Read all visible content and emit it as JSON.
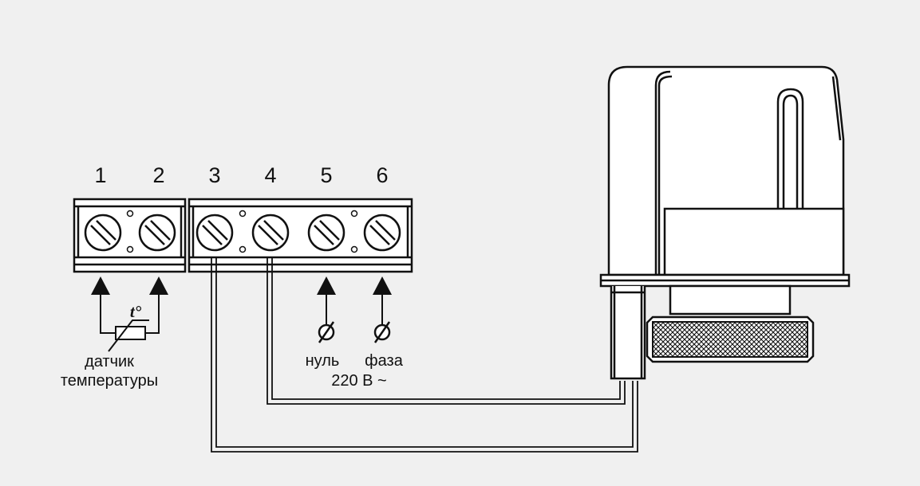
{
  "terminals": {
    "numbers": [
      "1",
      "2",
      "3",
      "4",
      "5",
      "6"
    ]
  },
  "sensor": {
    "symbol": "t°",
    "label_line1": "датчик",
    "label_line2": "температуры"
  },
  "power": {
    "neutral": "нуль",
    "phase": "фаза",
    "voltage": "220 В ~"
  },
  "colors": {
    "background": "#f0f0f0",
    "ink": "#111111",
    "fill": "#ffffff"
  }
}
